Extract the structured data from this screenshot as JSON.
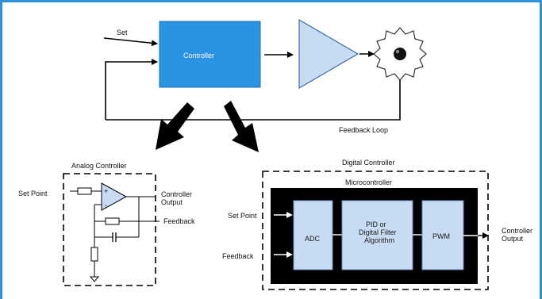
{
  "top": {
    "set_label": "Set",
    "controller_label": "Controller",
    "feedback_loop_label": "Feedback Loop"
  },
  "analog": {
    "title": "Analog Controller",
    "set_point_label": "Set Point",
    "output_label_line1": "Controller",
    "output_label_line2": "Output",
    "feedback_label": "Feedback",
    "plus_sign": "+",
    "minus_sign": "-"
  },
  "digital": {
    "title": "Digital Controller",
    "microcontroller_label": "Microcontroller",
    "set_point_label": "Set Point",
    "feedback_label": "Feedback",
    "adc_label": "ADC",
    "pid_line1": "PID or",
    "pid_line2": "Digital Filter",
    "pid_line3": "Algorithm",
    "pwm_label": "PWM",
    "output_label_line1": "Controller",
    "output_label_line2": "Output"
  },
  "colors": {
    "frame_border": "#2d8fd6",
    "controller_fill": "#2b93e3",
    "amplifier_fill": "#c7dcf3",
    "digital_block_fill": "#c7dcf3",
    "microcontroller_fill": "#000000"
  }
}
